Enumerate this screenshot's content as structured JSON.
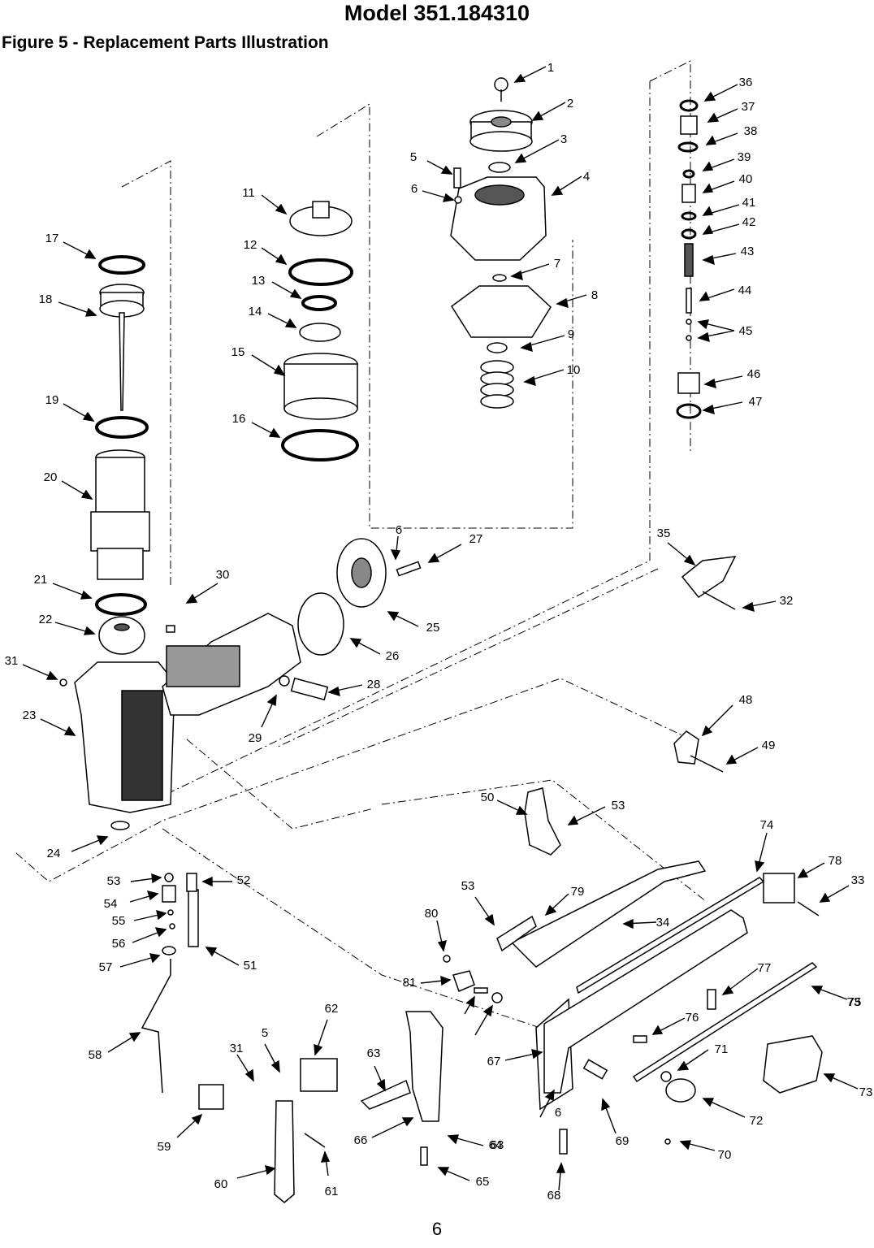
{
  "header": {
    "title": "Model 351.184310",
    "subtitle": "Figure 5 - Replacement Parts Illustration"
  },
  "footer": {
    "page_number": "6"
  },
  "callouts": [
    "1",
    "2",
    "3",
    "4",
    "5",
    "6",
    "7",
    "8",
    "9",
    "10",
    "11",
    "12",
    "13",
    "14",
    "15",
    "16",
    "17",
    "18",
    "19",
    "20",
    "21",
    "22",
    "23",
    "24",
    "25",
    "26",
    "27",
    "28",
    "29",
    "30",
    "31",
    "32",
    "33",
    "34",
    "35",
    "36",
    "37",
    "38",
    "39",
    "40",
    "41",
    "42",
    "43",
    "44",
    "45",
    "46",
    "47",
    "48",
    "49",
    "50",
    "51",
    "52",
    "53",
    "54",
    "55",
    "56",
    "57",
    "58",
    "59",
    "60",
    "61",
    "62",
    "63",
    "64",
    "65",
    "66",
    "67",
    "68",
    "69",
    "70",
    "71",
    "72",
    "73",
    "74",
    "75",
    "76",
    "77",
    "78",
    "79",
    "80",
    "81"
  ]
}
